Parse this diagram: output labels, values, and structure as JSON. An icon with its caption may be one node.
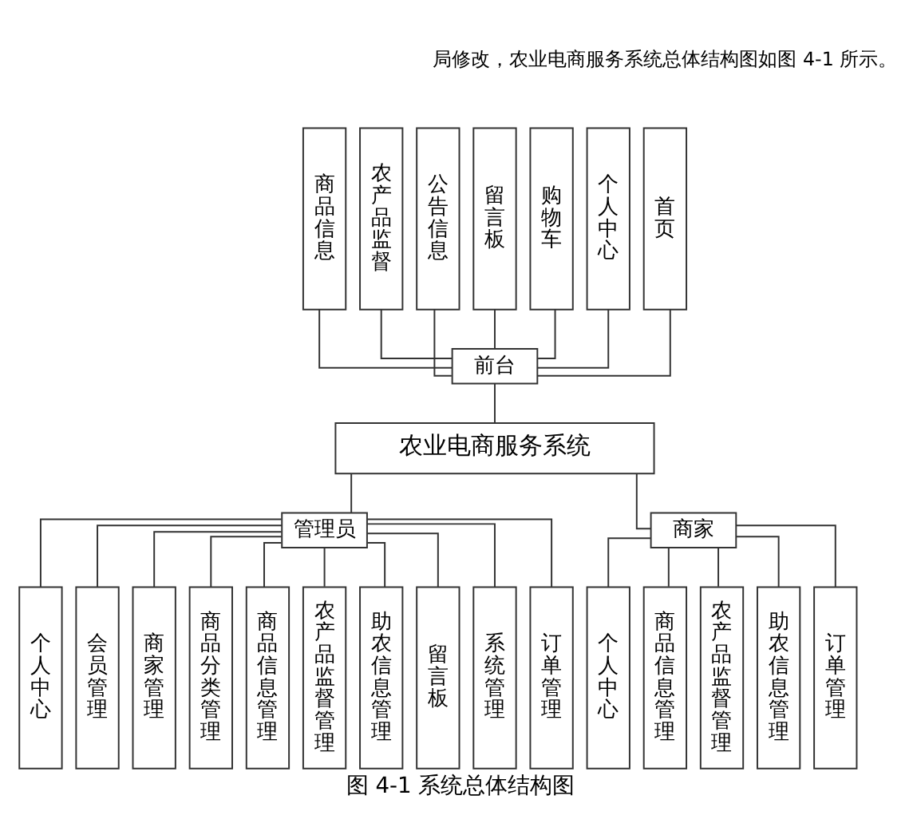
{
  "diagram": {
    "caption": "图 4-1 系统总体结构图",
    "nodes": [
      {
        "text": [
          "首页"
        ]
      },
      {
        "text": [
          "商品信息"
        ]
      },
      {
        "text": [
          "农产品监督"
        ]
      },
      {
        "text": [
          "公告信息"
        ]
      },
      {
        "text": [
          "留言板"
        ]
      },
      {
        "text": [
          "购物车"
        ]
      },
      {
        "text": [
          "个人中心"
        ]
      },
      {
        "text": [
          "前台"
        ]
      },
      {
        "text": [
          "农业电商服务系统"
        ]
      },
      {
        "text": [
          "管理员"
        ]
      },
      {
        "text": [
          "商家"
        ]
      },
      {
        "text": [
          "个人中心"
        ]
      },
      {
        "text": [
          "会员管理"
        ]
      },
      {
        "text": [
          "商家管理"
        ]
      },
      {
        "text": [
          "商品分类管理"
        ]
      },
      {
        "text": [
          "商品信息管理"
        ]
      },
      {
        "text": [
          "农产品监督管理"
        ]
      },
      {
        "text": [
          "助农信息管理"
        ]
      },
      {
        "text": [
          "留言板"
        ]
      },
      {
        "text": [
          "系统管理"
        ]
      },
      {
        "text": [
          "订单管理"
        ]
      },
      {
        "text": [
          "个人中心"
        ]
      },
      {
        "text": [
          "商品信息管理"
        ]
      },
      {
        "text": [
          "农产品监督管理"
        ]
      },
      {
        "text": [
          "助农信息管理"
        ]
      },
      {
        "text": [
          "订单管理"
        ]
      }
    ],
    "edges": [
      {
        "from": 0,
        "to": 7,
        "arrow": "none"
      },
      {
        "from": 1,
        "to": 7,
        "arrow": "none"
      },
      {
        "from": 2,
        "to": 7,
        "arrow": "none"
      },
      {
        "from": 3,
        "to": 7,
        "arrow": "none"
      },
      {
        "from": 4,
        "to": 7,
        "arrow": "none"
      },
      {
        "from": 5,
        "to": 7,
        "arrow": "none"
      },
      {
        "from": 6,
        "to": 7,
        "arrow": "none"
      },
      {
        "from": 7,
        "to": 8,
        "arrow": "none"
      },
      {
        "from": 8,
        "to": 9,
        "arrow": "none"
      },
      {
        "from": 8,
        "to": 10,
        "arrow": "none"
      },
      {
        "from": 9,
        "to": 11,
        "arrow": "none"
      },
      {
        "from": 9,
        "to": 12,
        "arrow": "none"
      },
      {
        "from": 9,
        "to": 13,
        "arrow": "none"
      },
      {
        "from": 9,
        "to": 14,
        "arrow": "none"
      },
      {
        "from": 9,
        "to": 15,
        "arrow": "none"
      },
      {
        "from": 9,
        "to": 16,
        "arrow": "none"
      },
      {
        "from": 9,
        "to": 17,
        "arrow": "none"
      },
      {
        "from": 9,
        "to": 18,
        "arrow": "none"
      },
      {
        "from": 9,
        "to": 19,
        "arrow": "none"
      },
      {
        "from": 9,
        "to": 20,
        "arrow": "none"
      },
      {
        "from": 10,
        "to": 21,
        "arrow": "none"
      },
      {
        "from": 10,
        "to": 22,
        "arrow": "none"
      },
      {
        "from": 10,
        "to": 23,
        "arrow": "none"
      },
      {
        "from": 10,
        "to": 24,
        "arrow": "none"
      },
      {
        "from": 10,
        "to": 25,
        "arrow": "none"
      }
    ],
    "labels": [
      "局修改，农业电商服务系统总体结构图如图 4-1 所示。"
    ]
  }
}
